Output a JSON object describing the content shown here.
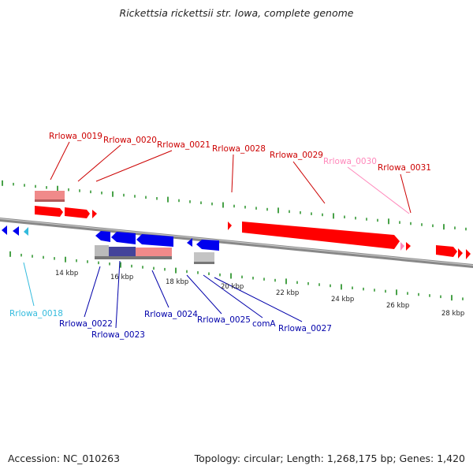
{
  "title": "Rickettsia rickettsii str. Iowa, complete genome",
  "footer": {
    "accession": "Accession: NC_010263",
    "topology": "Topology: circular; Length: 1,268,175 bp; Genes: 1,420"
  },
  "colors": {
    "backbone": "#888888",
    "forward_gene": "#ff0000",
    "forward_gene_label": "#cc0000",
    "reverse_gene": "#0000ee",
    "reverse_gene_label": "#0000aa",
    "pseudo_pink": "#ff88bb",
    "cyan": "#33bbdd",
    "tick_green": "#1a8a1a",
    "rna_pink": "#f08a8a",
    "rna_gray": "#bbbbbb",
    "rna_purple": "#44449a"
  },
  "scale_labels": [
    "14 kbp",
    "16 kbp",
    "18 kbp",
    "20 kbp",
    "22 kbp",
    "24 kbp",
    "26 kbp",
    "28 kbp"
  ],
  "gene_labels": {
    "top": [
      "Rrlowa_0019",
      "Rrlowa_0020",
      "Rrlowa_0021",
      "Rrlowa_0028",
      "Rrlowa_0029",
      "Rrlowa_0030",
      "Rrlowa_0031"
    ],
    "bottom": [
      "Rrlowa_0018",
      "Rrlowa_0022",
      "Rrlowa_0023",
      "Rrlowa_0024",
      "Rrlowa_0025",
      "comA",
      "Rrlowa_0027"
    ]
  }
}
